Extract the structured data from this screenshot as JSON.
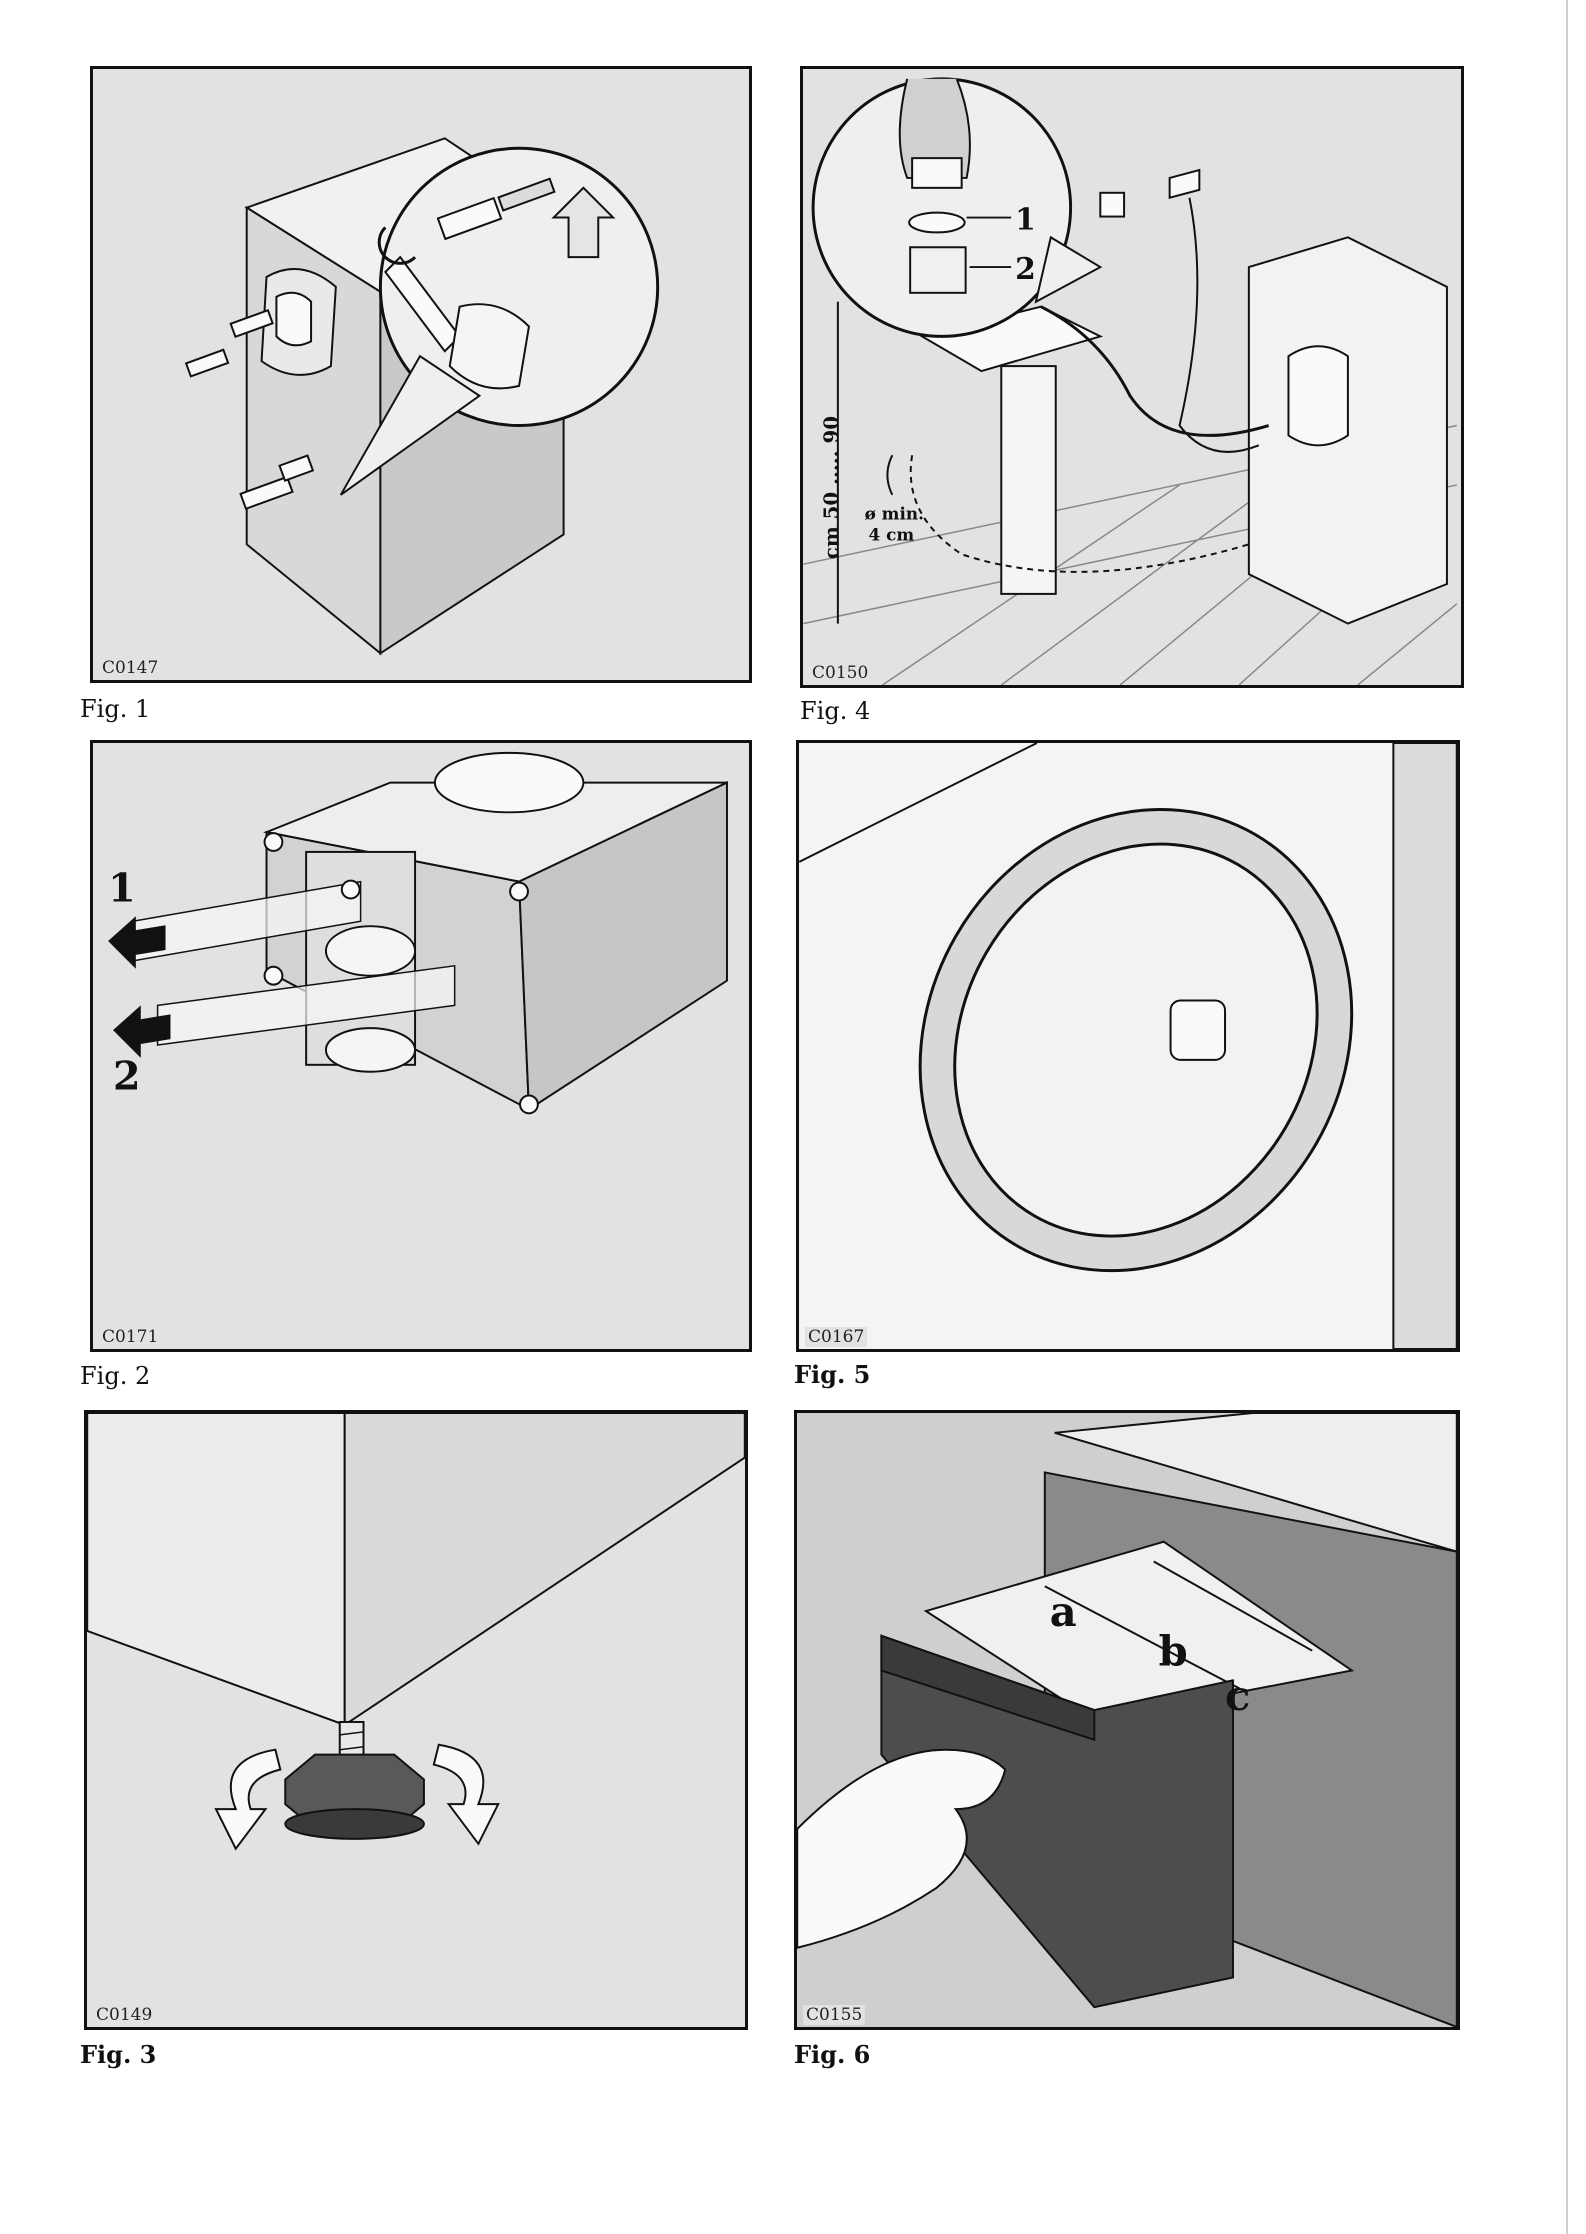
{
  "figures": [
    {
      "caption": "Fig. 1",
      "code": "C0147",
      "icon": "wrench-icon"
    },
    {
      "caption": "Fig. 2",
      "code": "C0171",
      "labels": [
        "1",
        "2"
      ],
      "icon": "arrow-left-icon"
    },
    {
      "caption": "Fig. 3",
      "code": "C0149",
      "icon": "rotate-arrows-icon"
    },
    {
      "caption": "Fig. 4",
      "code": "C0150",
      "labels": [
        "1",
        "2"
      ],
      "dimension": "cm 50 ..... 90",
      "diameter": "ø min.",
      "diameter_value": "4 cm"
    },
    {
      "caption": "Fig. 5",
      "code": "C0167",
      "icon": "porthole-icon"
    },
    {
      "caption": "Fig. 6",
      "code": "C0155",
      "compartments": [
        "a",
        "b",
        "c"
      ],
      "icon": "hand-icon"
    }
  ],
  "colors": {
    "background": "#ffffff",
    "panel": "#e2e2e2",
    "ink": "#111111"
  }
}
